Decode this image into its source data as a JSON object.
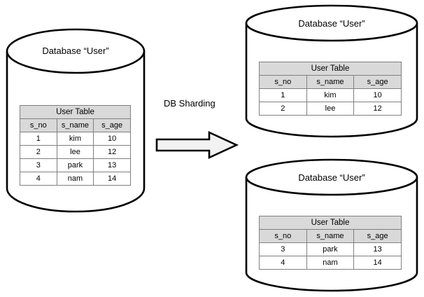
{
  "diagram": {
    "title": "DB Sharding",
    "process_label": "DB Sharding",
    "arrow_icon": "right-block-arrow-icon",
    "colors": {
      "stroke": "#000000",
      "table_border": "#808080",
      "header_fill": "#d9d9d9",
      "body_fill": "#ffffff",
      "arrow_fill": "#f2f2f2",
      "background": "#ffffff"
    }
  },
  "source_database": {
    "name": "Database “User”",
    "table": {
      "caption": "User Table",
      "columns": [
        "s_no",
        "s_name",
        "s_age"
      ],
      "rows": [
        [
          "1",
          "kim",
          "10"
        ],
        [
          "2",
          "lee",
          "12"
        ],
        [
          "3",
          "park",
          "13"
        ],
        [
          "4",
          "nam",
          "14"
        ]
      ]
    }
  },
  "shard_one": {
    "name": "Database “User”",
    "table": {
      "caption": "User Table",
      "columns": [
        "s_no",
        "s_name",
        "s_age"
      ],
      "rows": [
        [
          "1",
          "kim",
          "10"
        ],
        [
          "2",
          "lee",
          "12"
        ]
      ]
    }
  },
  "shard_two": {
    "name": "Database “User”",
    "table": {
      "caption": "User Table",
      "columns": [
        "s_no",
        "s_name",
        "s_age"
      ],
      "rows": [
        [
          "3",
          "park",
          "13"
        ],
        [
          "4",
          "nam",
          "14"
        ]
      ]
    }
  }
}
